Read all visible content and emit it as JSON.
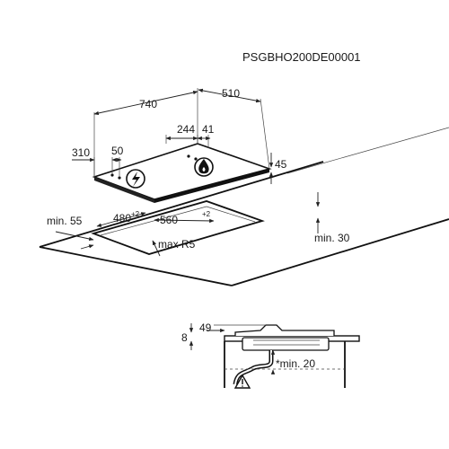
{
  "drawing_code": "PSGBHO200DE00001",
  "dimensions": {
    "width_740": "740",
    "depth_510": "510",
    "burner_244": "244",
    "burner_41": "41",
    "knob_310": "310",
    "knob_50": "50",
    "height_45": "45",
    "cutout_480": "480",
    "cutout_480_tol": "+2",
    "cutout_560": "560",
    "cutout_560_tol": "+2",
    "radius": "max R5",
    "min_55": "min. 55",
    "min_30": "min. 30",
    "side_49": "49",
    "side_8": "8",
    "min_20": "*min. 20"
  },
  "icons": {
    "hob_left": "electric-burner-icon",
    "hob_right": "gas-flame-icon",
    "warning": "warning-triangle-icon"
  }
}
